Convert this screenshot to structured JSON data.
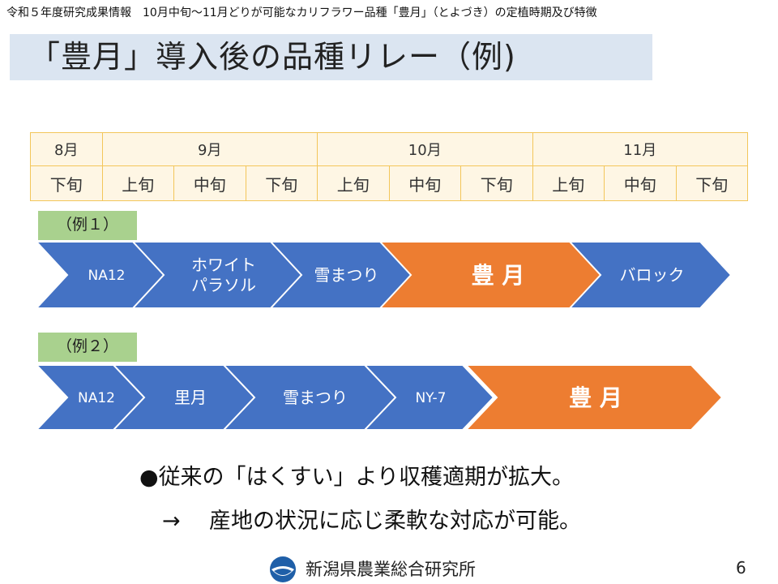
{
  "header": "令和５年度研究成果情報　10月中旬～11月どりが可能なカリフラワー品種「豊月」（とよづき）の定植時期及び特徴",
  "title": "「豊月」導入後の品種リレー（例)",
  "timeline": {
    "months": [
      "8月",
      "9月",
      "10月",
      "11月"
    ],
    "periods": [
      "下旬",
      "上旬",
      "中旬",
      "下旬",
      "上旬",
      "中旬",
      "下旬",
      "上旬",
      "中旬",
      "下旬"
    ]
  },
  "examples": [
    {
      "tag": "（例１）",
      "steps": [
        {
          "label": "NA12",
          "highlight": false
        },
        {
          "label": "ホワイト\nパラソル",
          "highlight": false
        },
        {
          "label": "雪まつり",
          "highlight": false
        },
        {
          "label": "豊 月",
          "highlight": true
        },
        {
          "label": "バロック",
          "highlight": false
        }
      ]
    },
    {
      "tag": "（例２）",
      "steps": [
        {
          "label": "NA12",
          "highlight": false
        },
        {
          "label": "里月",
          "highlight": false
        },
        {
          "label": "雪まつり",
          "highlight": false
        },
        {
          "label": "NY-7",
          "highlight": false
        },
        {
          "label": "豊 月",
          "highlight": true
        }
      ]
    }
  ],
  "notes": {
    "bullet_symbol": "●",
    "line1": "従来の「はくすい」より収穫適期が拡大。",
    "arrow_symbol": "→",
    "line2": "産地の状況に応じ柔軟な対応が可能。"
  },
  "footer": {
    "org": "新潟県農業総合研究所",
    "page": "6"
  },
  "colors": {
    "blue": "#4472c4",
    "orange": "#ed7d31",
    "tag_green": "#a9d18e",
    "title_bg": "#dbe5f1",
    "table_fill": "#fef6e4",
    "table_border": "#f3c65a"
  }
}
